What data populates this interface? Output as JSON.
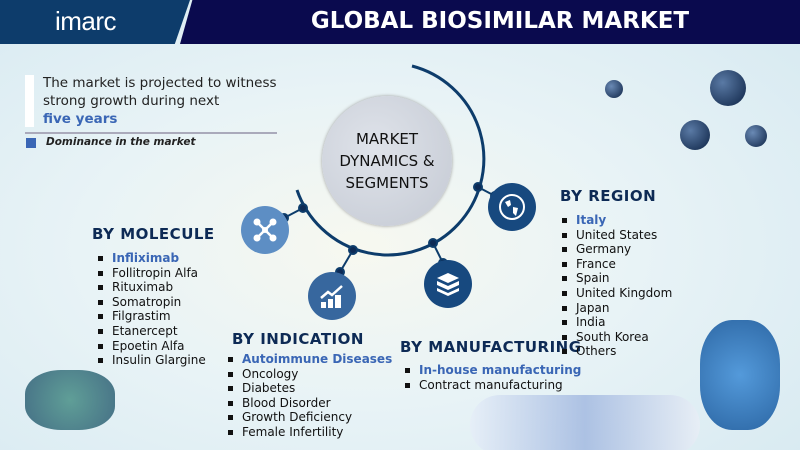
{
  "header": {
    "logo": "imarc",
    "title": "GLOBAL BIOSIMILAR MARKET"
  },
  "intro": {
    "line1": "The market is projected to witness",
    "line2": "strong growth during next",
    "highlight": "five years"
  },
  "legend": {
    "label": "Dominance in the market",
    "color": "#3a66b5"
  },
  "hub": {
    "line1": "MARKET",
    "line2": "DYNAMICS &",
    "line3": "SEGMENTS"
  },
  "segments": {
    "molecule": {
      "title": "BY  MOLECULE",
      "icon": "molecule-icon",
      "items": [
        "Infliximab",
        "Follitropin Alfa",
        "Rituximab",
        "Somatropin",
        "Filgrastim",
        "Etanercept",
        "Epoetin Alfa",
        "Insulin Glargine"
      ]
    },
    "indication": {
      "title": "BY  INDICATION",
      "icon": "growth-chart-icon",
      "items": [
        "Autoimmune Diseases",
        "Oncology",
        "Diabetes",
        "Blood Disorder",
        "Growth Deficiency",
        "Female Infertility"
      ]
    },
    "manufacturing": {
      "title": "BY  MANUFACTURING",
      "icon": "boxes-icon",
      "items": [
        "In-house manufacturing",
        "Contract manufacturing"
      ]
    },
    "region": {
      "title": "BY REGION",
      "icon": "globe-icon",
      "items": [
        "Italy",
        "United States",
        "Germany",
        "France",
        "Spain",
        "United Kingdom",
        " Japan",
        "India",
        "South Korea",
        "Others"
      ]
    }
  },
  "colors": {
    "header_dark": "#0a0a4e",
    "header_logo_bg": "#0d3c6b",
    "arc": "#0d3c6b",
    "highlight": "#3a66b5"
  }
}
